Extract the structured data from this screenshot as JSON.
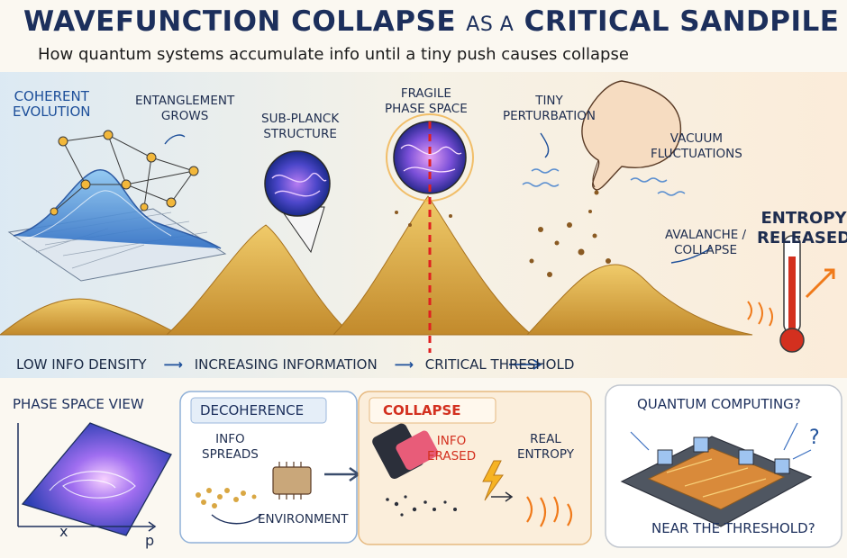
{
  "header": {
    "title_part1": "WAVEFUNCTION COLLAPSE",
    "title_as": "AS A",
    "title_part2": "CRITICAL SANDPILE",
    "subtitle": "How quantum systems accumulate info until a tiny push causes collapse"
  },
  "scene": {
    "coherent_line1": "COHERENT",
    "coherent_line2": "EVOLUTION",
    "entanglement_line1": "ENTANGLEMENT",
    "entanglement_line2": "GROWS",
    "subplanck_line1": "SUB-PLANCK",
    "subplanck_line2": "STRUCTURE",
    "fragile_line1": "FRAGILE",
    "fragile_line2": "PHASE SPACE",
    "perturbation_line1": "TINY",
    "perturbation_line2": "PERTURBATION",
    "vacuum_line1": "VACUUM",
    "vacuum_line2": "FLUCTUATIONS",
    "avalanche_line1": "AVALANCHE /",
    "avalanche_line2": "COLLAPSE",
    "entropy_line1": "ENTROPY",
    "entropy_line2": "RELEASED"
  },
  "timeline": {
    "stage1": "LOW INFO DENSITY",
    "stage2": "INCREASING INFORMATION",
    "stage3": "CRITICAL THRESHOLD",
    "arrow": "⟶"
  },
  "panels": {
    "phase_space": {
      "title": "PHASE SPACE VIEW",
      "axis_x": "x",
      "axis_p": "p"
    },
    "decoherence": {
      "title": "DECOHERENCE",
      "info_line1": "INFO",
      "info_line2": "SPREADS",
      "environment": "ENVIRONMENT"
    },
    "collapse": {
      "title": "COLLAPSE",
      "erased_line1": "INFO",
      "erased_line2": "ERASED",
      "real_line1": "REAL",
      "real_line2": "ENTROPY"
    },
    "quantum": {
      "title": "QUANTUM COMPUTING?",
      "footer": "NEAR THE THRESHOLD?"
    }
  },
  "colors": {
    "ink": "#1c2f5c",
    "sand": "#d9a743",
    "sand_dark": "#a8721f",
    "threshold_red": "#e02020",
    "collapse_red": "#d3301f",
    "flame": "#f07a1a"
  }
}
